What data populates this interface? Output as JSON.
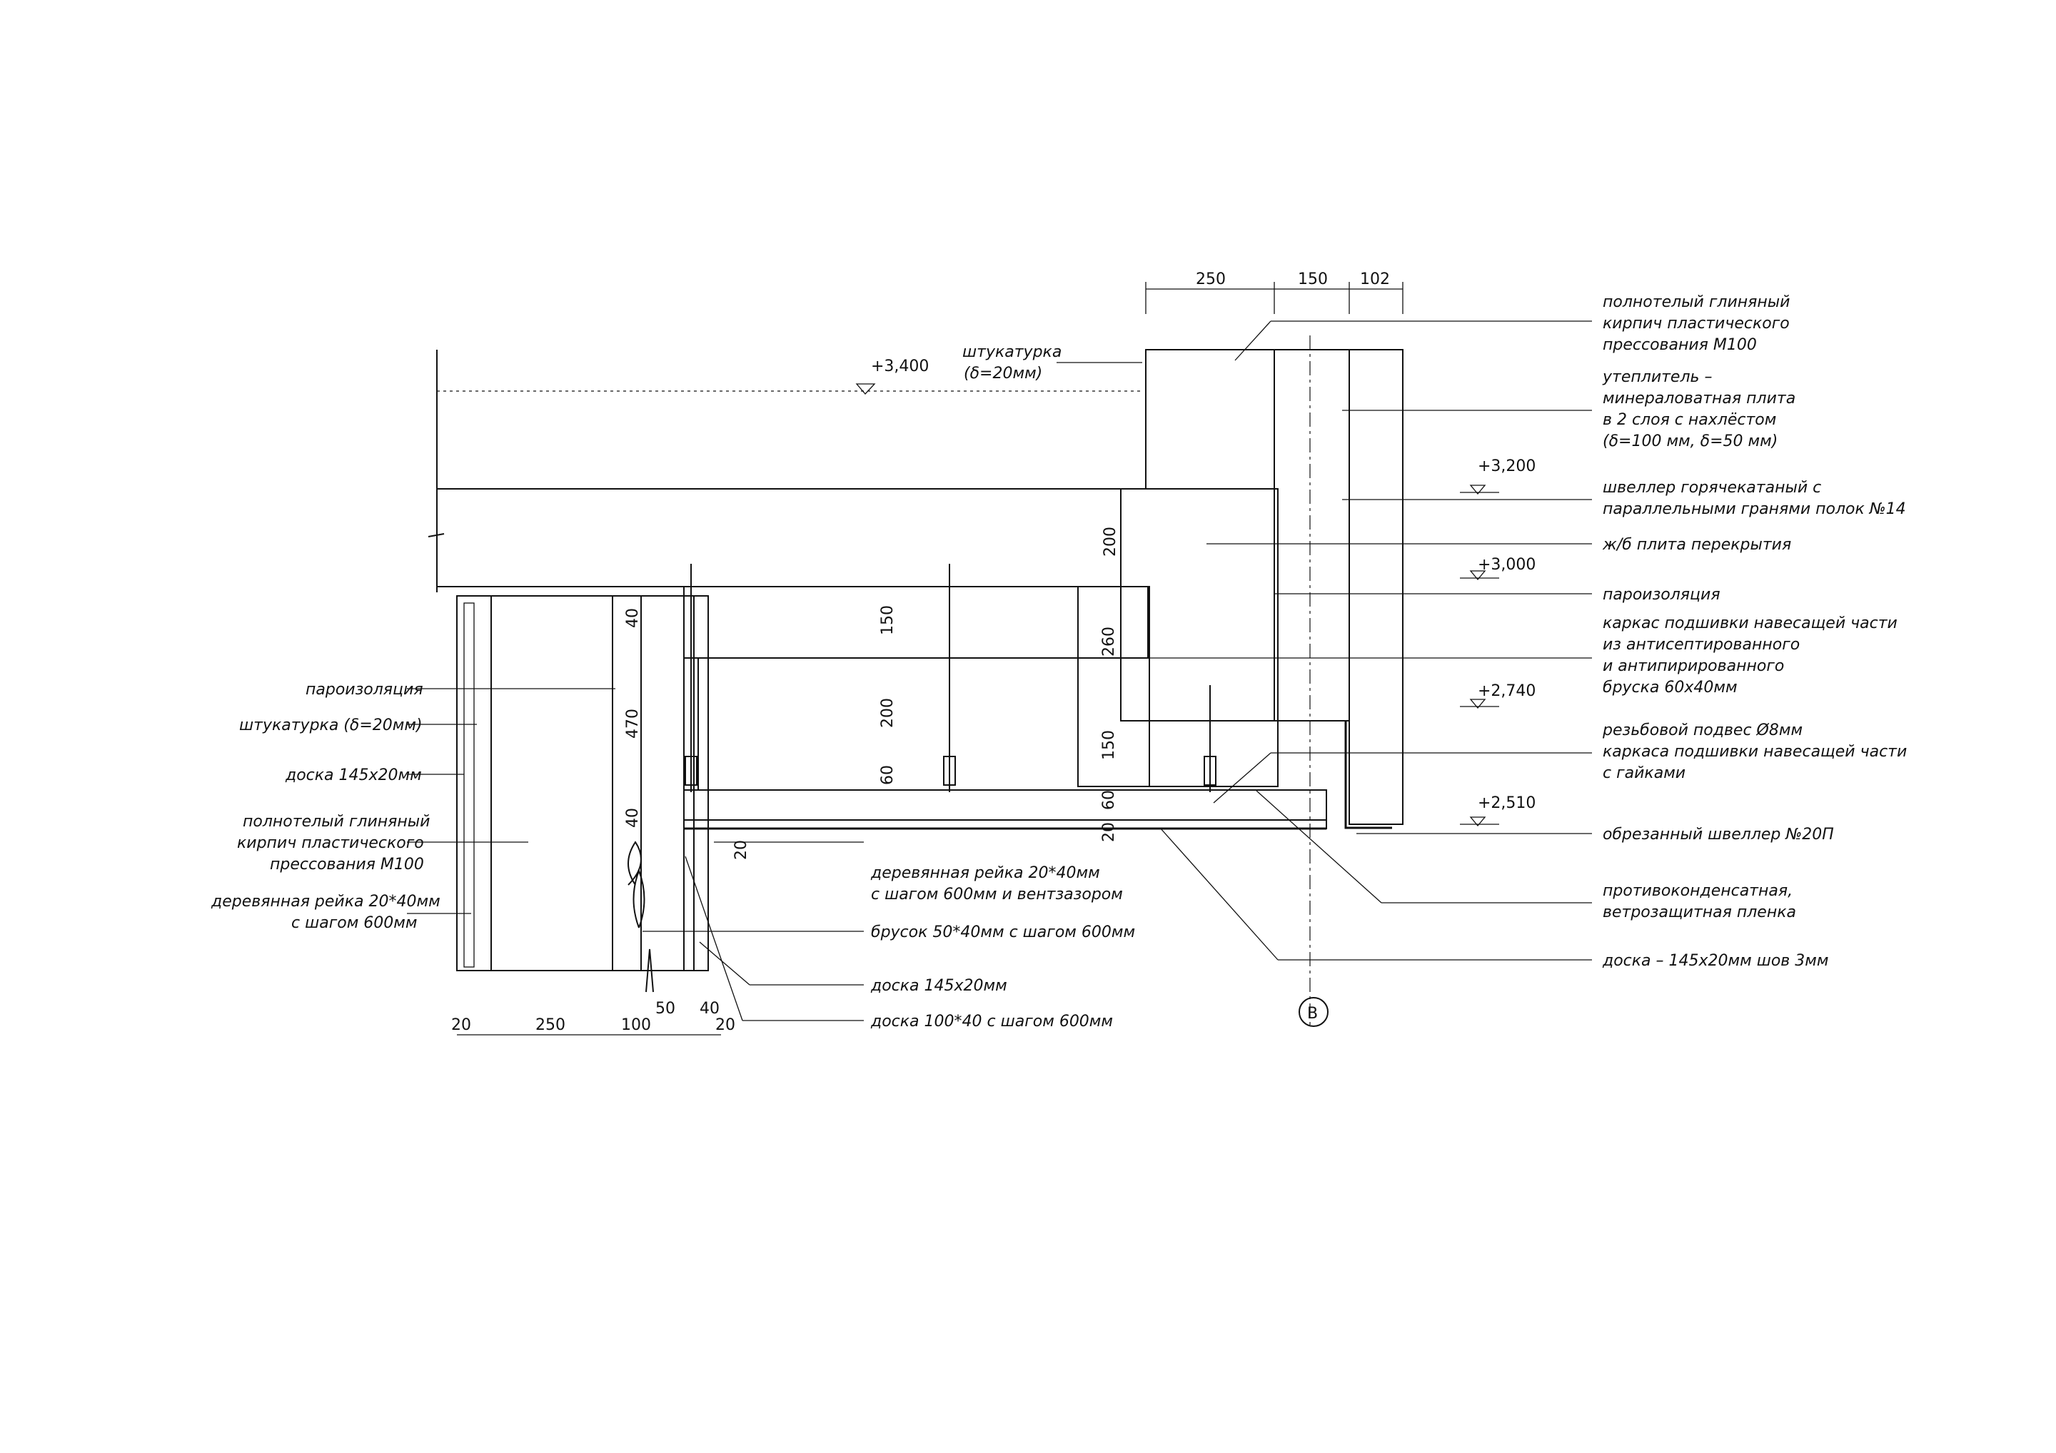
{
  "levels": [
    "+3,400",
    "+3,200",
    "+3,000",
    "+2,740",
    "+2,510"
  ],
  "top_dims": [
    "250",
    "150",
    "102"
  ],
  "bottom_dims": [
    "20",
    "250",
    "100",
    "50",
    "40",
    "20"
  ],
  "vertical_dims": [
    "200",
    "150",
    "200",
    "60",
    "260",
    "150",
    "60",
    "40",
    "470",
    "40",
    "20",
    "20"
  ],
  "axis_label": "В",
  "left_labels": {
    "vapor": "пароизоляция",
    "plaster": "штукатурка (δ=20мм)",
    "board": "доска 145х20мм",
    "brick1": "полнотелый глиняный",
    "brick2": "кирпич пластического",
    "brick3": "прессования М100",
    "rail1": "деревянная рейка 20*40мм",
    "rail2": "с шагом 600мм"
  },
  "top_labels": {
    "plaster1": "штукатурка",
    "plaster2": "(δ=20мм)"
  },
  "bottom_labels": {
    "rail1": "деревянная рейка 20*40мм",
    "rail2": "с шагом 600мм и вентзазором",
    "bar": "брусок 50*40мм с шагом 600мм",
    "board": "доска 145х20мм",
    "board2": "доска 100*40 с шагом 600мм"
  },
  "right_labels": {
    "brick1": "полнотелый глиняный",
    "brick2": "кирпич пластического",
    "brick3": "прессования М100",
    "ins1": "утеплитель –",
    "ins2": "минераловатная плита",
    "ins3": "в 2 слоя с нахлёстом",
    "ins4": "(δ=100 мм, δ=50 мм)",
    "ch1": "швеллер горячекатаный с",
    "ch2": "параллельными гранями полок №14",
    "slab": "ж/б плита перекрытия",
    "vapor": "пароизоляция",
    "frame1": "каркас подшивки навесащей части",
    "frame2": "из антисептированного",
    "frame3": "и антипирированного",
    "frame4": "бруска 60х40мм",
    "rod1": "резьбовой подвес Ø8мм",
    "rod2": "каркаса подшивки навесащей части",
    "rod3": "с гайками",
    "cut": "обрезанный швеллер №20П",
    "film1": "противоконденсатная,",
    "film2": "ветрозащитная пленка",
    "board": "доска – 145х20мм шов 3мм"
  }
}
